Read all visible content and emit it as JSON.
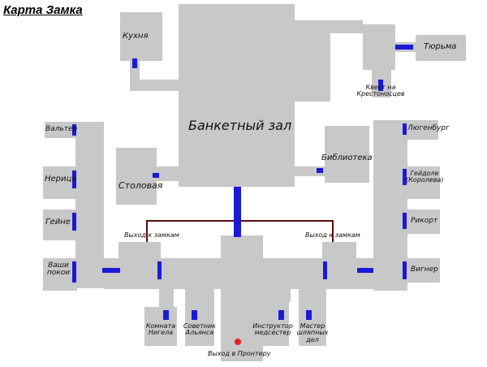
{
  "map": {
    "title": "Карта Замка",
    "colors": {
      "room": "#c8c8c8",
      "door": "#1a1ad6",
      "path": "#5a0c0c",
      "exit": "#e81e1e"
    },
    "rooms": {
      "kitchen": "Кухня",
      "prison": "Тюрьма",
      "crusaders_quest": "Квест на Крестоносцев",
      "banquet_hall": "Банкетный зал",
      "library": "Библиотека",
      "dining_room": "Столовая",
      "walter": "Вальтер",
      "nerice": "Нерице",
      "geine": "Гейне",
      "your_chambers": "Ваши покои",
      "lugenburg": "Люгенбург",
      "geydole": "Гейдоле (Королева)",
      "rikort": "Рикорт",
      "vigner": "Вигнер",
      "nigel_room": "Комната Нигела",
      "alliance_advisor": "Советник Альянса",
      "sisters_instructor": "Инструктор медсестер",
      "hatmaker": "Мастер шляпных дел"
    },
    "paths": {
      "castle_exit_left": "Выход к замкам",
      "castle_exit_right": "Выход к замкам"
    },
    "exit": {
      "label": "Выход в Пронтеру"
    }
  }
}
